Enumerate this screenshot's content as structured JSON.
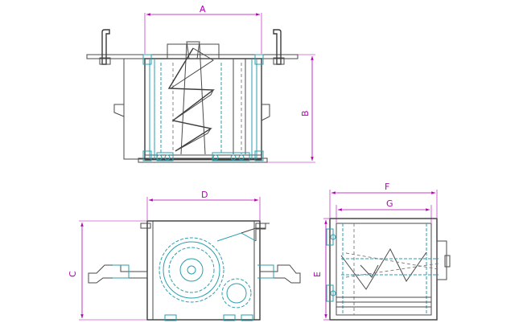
{
  "colors": {
    "dimension": "#b400b4",
    "outline": "#4a4a4a",
    "hidden_lines": "#2a9fb0",
    "background": "#ffffff"
  },
  "labels": {
    "A": "A",
    "B": "B",
    "C": "C",
    "D": "D",
    "E": "E",
    "F": "F",
    "G": "G"
  }
}
